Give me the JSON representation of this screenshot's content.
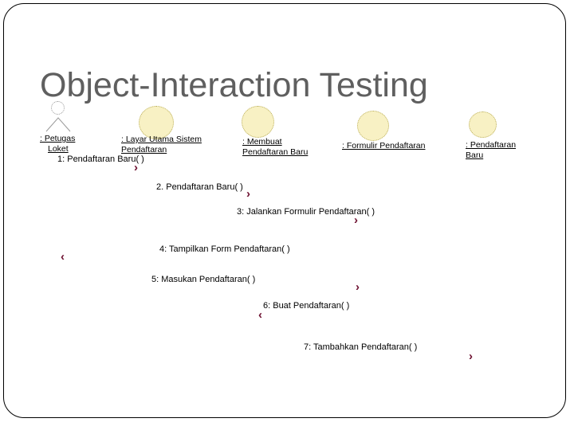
{
  "slide": {
    "title": "Object-Interaction Testing",
    "title_color": "#5f5f5f",
    "background_color": "#ffffff",
    "frame_color": "#000000"
  },
  "diagram": {
    "type": "uml-sequence-diagram",
    "object_fill_color": "#f8f1c4",
    "object_border_color": "#b9ad5a",
    "arrow_color": "#6d1030",
    "participants": [
      {
        "id": "petugas-loket",
        "kind": "actor",
        "label_line1": ": Petugas",
        "label_line2": "Loket"
      },
      {
        "id": "layar-utama-sistem-pendaftaran",
        "kind": "object",
        "label_line1": ": Layar Utama Sistem",
        "label_line2": "Pendaftaran"
      },
      {
        "id": "membuat-pendaftaran-baru",
        "kind": "object",
        "label_line1": ": Membuat",
        "label_line2": "Pendaftaran Baru"
      },
      {
        "id": "formulir-pendaftaran",
        "kind": "object",
        "label_line1": ": Formulir Pendaftaran",
        "label_line2": ""
      },
      {
        "id": "pendaftaran-baru",
        "kind": "object",
        "label_line1": ": Pendaftaran",
        "label_line2": "Baru"
      }
    ],
    "messages": [
      {
        "id": "msg-1",
        "text": "1: Pendaftaran Baru( )",
        "arrow": "›",
        "direction": "right"
      },
      {
        "id": "msg-2",
        "text": "2. Pendaftaran Baru( )",
        "arrow": "›",
        "direction": "right"
      },
      {
        "id": "msg-3",
        "text": "3: Jalankan Formulir Pendaftaran( )",
        "arrow": "›",
        "direction": "right"
      },
      {
        "id": "msg-4",
        "text": "4: Tampilkan Form Pendaftaran( )",
        "arrow": "‹",
        "direction": "left"
      },
      {
        "id": "msg-5",
        "text": "5: Masukan Pendaftaran( )",
        "arrow": "›",
        "direction": "right"
      },
      {
        "id": "msg-6",
        "text": "6: Buat Pendaftaran( )",
        "arrow": "‹",
        "direction": "left"
      },
      {
        "id": "msg-7",
        "text": "7: Tambahkan Pendaftaran( )",
        "arrow": "›",
        "direction": "right"
      }
    ]
  }
}
